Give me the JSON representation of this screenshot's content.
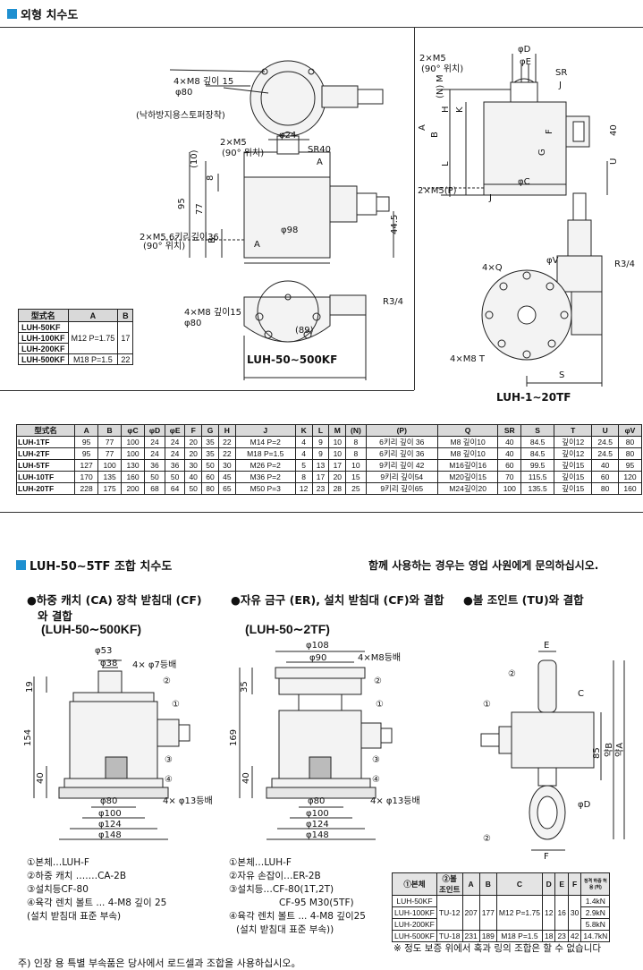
{
  "sections": {
    "outer_dims_title": "외형 치수도",
    "combo_title": "LUH-50∼5TF  조합 치수도",
    "combo_note": "함께 사용하는 경우는 영업 사원에게 문의하십시오."
  },
  "diagram_left": {
    "caption": "LUH-50∼500KF",
    "labels": {
      "top_bolt": "4×M8  깊이 15",
      "top_phi": "φ80",
      "fall_prevent": "(낙하방지용스토퍼장착)",
      "m5_a": "2×M5",
      "m5_a2": "(90° 위치)",
      "phi24": "φ24",
      "sr40": "SR40",
      "a1": "A",
      "d10": "(10)",
      "d8": "8",
      "d95": "95",
      "d77": "77",
      "b1": "B",
      "d44_5": "44.5",
      "m5_b": "2×M5   6키리깊이36",
      "m5_b2": "(90° 위치)",
      "a2": "A",
      "phi98": "φ98",
      "bot_bolt": "4×M8   깊이15",
      "bot_phi": "φ80",
      "r3_4": "R3/4",
      "d89": "(89)"
    }
  },
  "diagram_right": {
    "caption": "LUH-1∼20TF",
    "labels": {
      "m5": "2×M5",
      "m5_2": "(90° 위치)",
      "phiD": "φD",
      "phiE": "φE",
      "sr": "SR",
      "j": "J",
      "n": "(N)",
      "m": "M",
      "h": "H",
      "k": "K",
      "a": "A",
      "b": "B",
      "f": "F",
      "g": "G",
      "l": "L",
      "u": "U",
      "d40": "40",
      "m5p": "2×M5(P)",
      "j2": "J",
      "phiC": "φC",
      "q": "4×Q",
      "phiV": "φV",
      "r3_4": "R3/4",
      "m8t": "4×M8 T",
      "s": "S"
    }
  },
  "small_table": {
    "headers": [
      "型式名",
      "A",
      "B"
    ],
    "rows": [
      [
        "LUH-50KF",
        "M12 P=1.75",
        "17"
      ],
      [
        "LUH-100KF",
        "",
        ""
      ],
      [
        "LUH-200KF",
        "",
        ""
      ],
      [
        "LUH-500KF",
        "M18 P=1.5",
        "22"
      ]
    ]
  },
  "main_table": {
    "headers": [
      "型式名",
      "A",
      "B",
      "φC",
      "φD",
      "φE",
      "F",
      "G",
      "H",
      "J",
      "K",
      "L",
      "M",
      "(N)",
      "(P)",
      "Q",
      "SR",
      "S",
      "T",
      "U",
      "φV"
    ],
    "rows": [
      [
        "LUH-1TF",
        "95",
        "77",
        "100",
        "24",
        "24",
        "20",
        "35",
        "22",
        "M14 P=2",
        "4",
        "9",
        "10",
        "8",
        "6키리 깊이 36",
        "M8 깊이10",
        "40",
        "84.5",
        "깊이12",
        "24.5",
        "80"
      ],
      [
        "LUH-2TF",
        "95",
        "77",
        "100",
        "24",
        "24",
        "20",
        "35",
        "22",
        "M18 P=1.5",
        "4",
        "9",
        "10",
        "8",
        "6키리 깊이 36",
        "M8 깊이10",
        "40",
        "84.5",
        "깊이12",
        "24.5",
        "80"
      ],
      [
        "LUH-5TF",
        "127",
        "100",
        "130",
        "36",
        "36",
        "30",
        "50",
        "30",
        "M26 P=2",
        "5",
        "13",
        "17",
        "10",
        "9키리 깊이 42",
        "M16깊이16",
        "60",
        "99.5",
        "깊이15",
        "40",
        "95"
      ],
      [
        "LUH-10TF",
        "170",
        "135",
        "160",
        "50",
        "50",
        "40",
        "60",
        "45",
        "M36 P=2",
        "8",
        "17",
        "20",
        "15",
        "9키리 깊이54",
        "M20깊이15",
        "70",
        "115.5",
        "깊이15",
        "60",
        "120"
      ],
      [
        "LUH-20TF",
        "228",
        "175",
        "200",
        "68",
        "64",
        "50",
        "80",
        "65",
        "M50 P=3",
        "12",
        "23",
        "28",
        "25",
        "9키리 깊이65",
        "M24깊이20",
        "100",
        "135.5",
        "깊이15",
        "80",
        "160"
      ]
    ]
  },
  "combo1": {
    "heading": "●하중 캐치 (CA) 장착 받침대 (CF)",
    "heading2": "와 결합",
    "sub": "(LUH-50∼500KF)",
    "labels": {
      "phi53": "φ53",
      "phi38": "φ38",
      "holes": "4× φ7등배",
      "d19": "19",
      "d154": "154",
      "d40": "40",
      "phi80": "φ80",
      "phi100": "φ100",
      "phi124": "φ124",
      "phi148": "φ148",
      "holes13": "4× φ13등배",
      "c1": "①",
      "c2": "②",
      "c3": "③",
      "c4": "④"
    },
    "parts": [
      "①본체…LUH-F",
      "②하중 캐치 ….…CA-2B",
      "③설치등CF-80",
      "④육각 렌치 볼트 ... 4-M8 깊이 25",
      "(설치 받침대 표준 부속)"
    ]
  },
  "combo2": {
    "heading": "●자유 금구 (ER), 설치 받침대 (CF)와 결합",
    "sub": "(LUH-50∼2TF)",
    "labels": {
      "phi108": "φ108",
      "phi90": "φ90",
      "holes": "4×M8등배",
      "d35": "35",
      "d169": "169",
      "d40": "40",
      "phi80": "φ80",
      "phi100": "φ100",
      "phi124": "φ124",
      "phi148": "φ148",
      "holes13": "4× φ13등배",
      "c1": "①",
      "c2": "②",
      "c3": "③",
      "c4": "④"
    },
    "parts": [
      "①본체…LUH-F",
      "②자유 손잡이…ER-2B",
      "③설치등…CF-80(1T,2T)",
      "CF-95 M30(5TF)",
      "④육각 렌치 볼트 ... 4-M8 깊이25",
      "(설치 받침대 표준 부속))"
    ]
  },
  "combo3": {
    "heading": "●볼 조인트 (TU)와 결합",
    "labels": {
      "e": "E",
      "c": "C",
      "d85": "85",
      "b": "약B",
      "a": "약A",
      "phiD": "φD",
      "f": "F",
      "c1": "①",
      "c2": "②",
      "c2b": "②"
    },
    "table": {
      "headers": [
        "①본체",
        "②볼 조인트",
        "A",
        "B",
        "C",
        "D",
        "E",
        "F",
        "정격 하중 허용 (허)"
      ],
      "rows": [
        [
          "LUH-50KF",
          "TU-12",
          "207",
          "177",
          "M12 P=1.75",
          "12",
          "16",
          "30",
          "1.4kN"
        ],
        [
          "LUH-100KF",
          "",
          "",
          "",
          "",
          "",
          "",
          "",
          "2.9kN"
        ],
        [
          "LUH-200KF",
          "",
          "",
          "",
          "",
          "",
          "",
          "",
          "5.8kN"
        ],
        [
          "LUH-500KF",
          "TU-18",
          "231",
          "189",
          "M18 P=1.5",
          "18",
          "23",
          "42",
          "14.7kN"
        ]
      ],
      "note": "※ 정도 보증 위에서 혹과 링의 조합은 할 수 없습니다"
    }
  },
  "footer_note": "주) 인장 용 특별 부속품은 당사에서 로드셀과 조합을 사용하십시오。",
  "colors": {
    "accent": "#1e8fd0",
    "header_bg": "#d9d9d9",
    "line": "#222222"
  }
}
